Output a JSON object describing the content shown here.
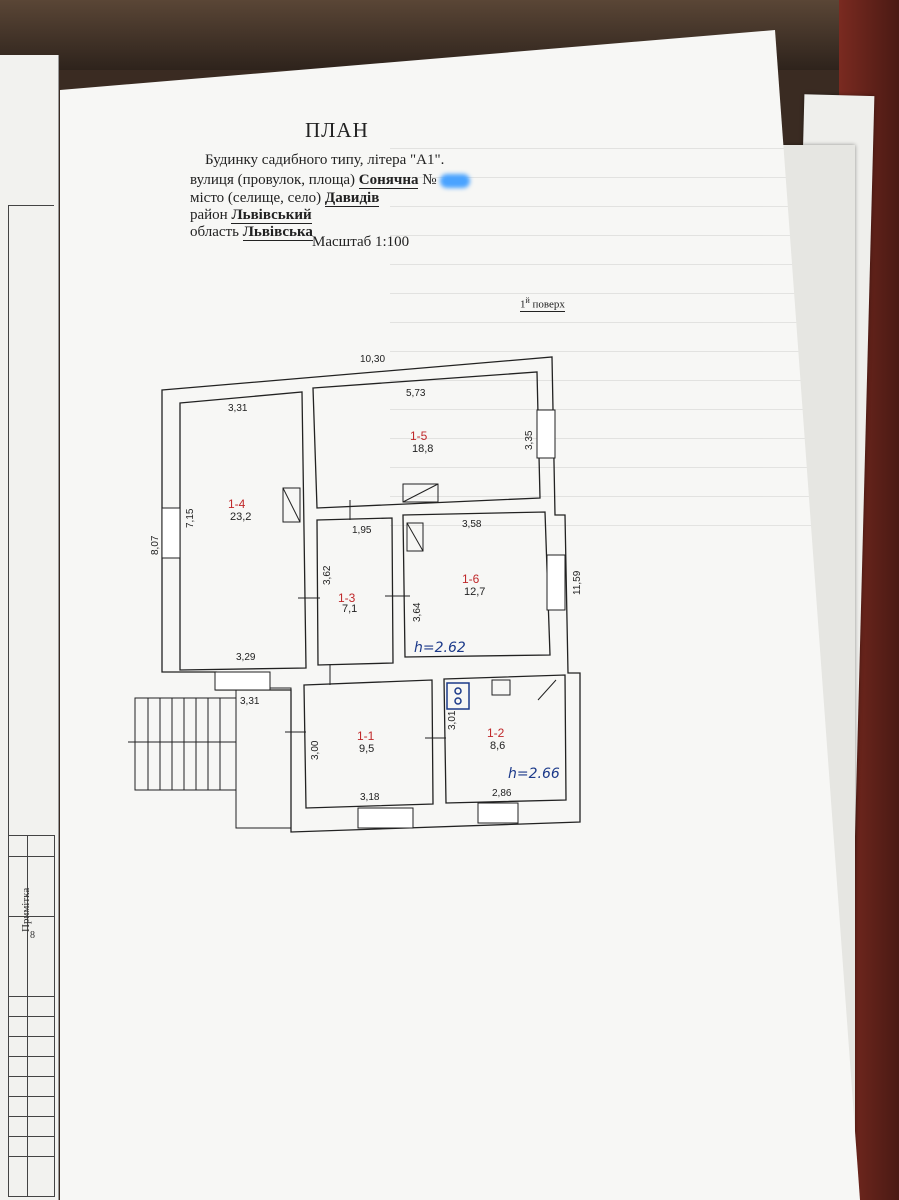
{
  "header": {
    "title": "ПЛАН",
    "subtitle": "Будинку садибного типу, літера \"А1\".",
    "street_label": "вулиця (провулок, площа)",
    "street_value": "Сонячна",
    "number_label": "№",
    "city_label": "місто (селище, село)",
    "city_value": "Давидів",
    "district_label": "район",
    "district_value": "Львівський",
    "region_label": "область",
    "region_value": "Львівська",
    "scale": "Масштаб 1:100",
    "floor_num": "1",
    "floor_sup": "й",
    "floor_label": "поверх"
  },
  "plan": {
    "dims": {
      "total_width": "10,30",
      "room4_top": "3,31",
      "room5_top": "5,73",
      "room5_right": "3,35",
      "left_total": "8,07",
      "room4_left": "7,15",
      "corridor_top": "1,95",
      "room6_top": "3,58",
      "room3_left": "3,62",
      "room6_left": "3,64",
      "right_total": "11,59",
      "room4_bottom": "3,29",
      "porch": "3,31",
      "room1_left": "3,00",
      "room2_left": "3,01",
      "room1_bottom": "3,18",
      "room2_bottom": "2,86"
    },
    "rooms": [
      {
        "id": "1-4",
        "area": "23,2"
      },
      {
        "id": "1-5",
        "area": "18,8"
      },
      {
        "id": "1-3",
        "area": "7,1"
      },
      {
        "id": "1-6",
        "area": "12,7"
      },
      {
        "id": "1-1",
        "area": "9,5"
      },
      {
        "id": "1-2",
        "area": "8,6"
      }
    ],
    "heights": [
      "h=2.62",
      "h=2.66"
    ]
  },
  "left_sheet": {
    "label": "Примітка",
    "col_num": "8"
  },
  "colors": {
    "room_id": "#c0282a",
    "handwriting": "#1c3a8a",
    "redaction": "#4aa3ff"
  }
}
